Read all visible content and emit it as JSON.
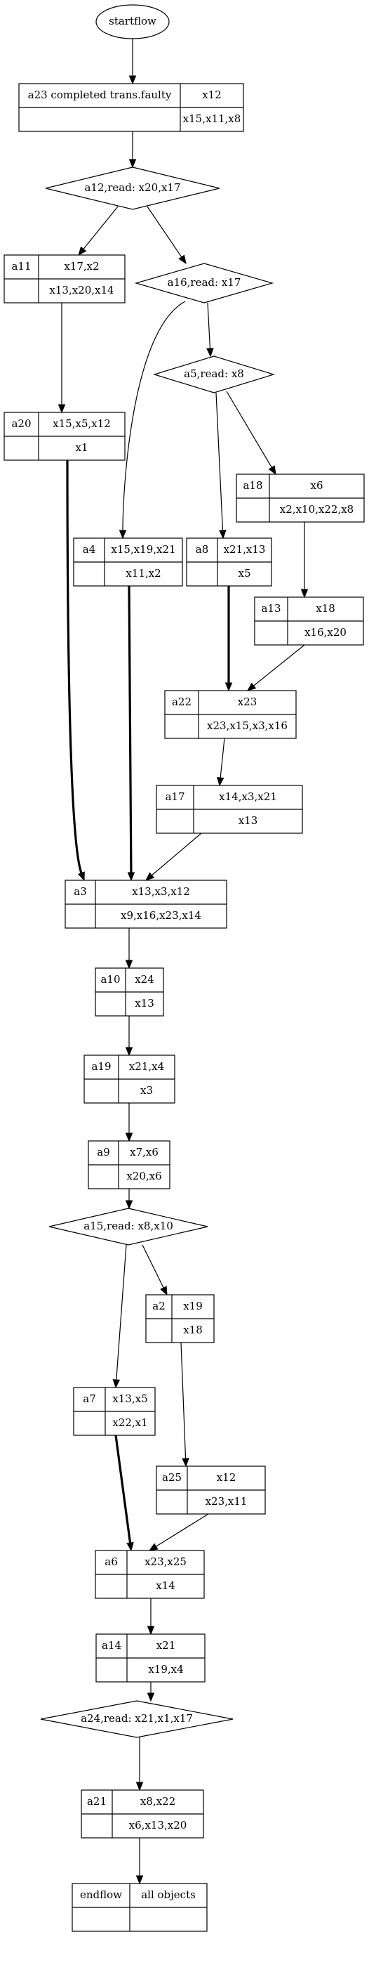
{
  "nodes": {
    "start": {
      "label": "startflow"
    },
    "a23": {
      "id": "a23",
      "title": "completed trans.faulty",
      "top": "x12",
      "bottom": "x15,x11,x8"
    },
    "d12": {
      "label": "a12,read: x20,x17"
    },
    "a11": {
      "id": "a11",
      "top": "x17,x2",
      "bottom": "x13,x20,x14"
    },
    "d16": {
      "label": "a16,read: x17"
    },
    "d5": {
      "label": "a5,read: x8"
    },
    "a20": {
      "id": "a20",
      "top": "x15,x5,x12",
      "bottom": "x1"
    },
    "a18": {
      "id": "a18",
      "top": "x6",
      "bottom": "x2,x10,x22,x8"
    },
    "a4": {
      "id": "a4",
      "top": "x15,x19,x21",
      "bottom": "x11,x2"
    },
    "a8": {
      "id": "a8",
      "top": "x21,x13",
      "bottom": "x5"
    },
    "a13": {
      "id": "a13",
      "top": "x18",
      "bottom": "x16,x20"
    },
    "a22": {
      "id": "a22",
      "top": "x23",
      "bottom": "x23,x15,x3,x16"
    },
    "a17": {
      "id": "a17",
      "top": "x14,x3,x21",
      "bottom": "x13"
    },
    "a3": {
      "id": "a3",
      "top": "x13,x3,x12",
      "bottom": "x9,x16,x23,x14"
    },
    "a10": {
      "id": "a10",
      "top": "x24",
      "bottom": "x13"
    },
    "a19": {
      "id": "a19",
      "top": "x21,x4",
      "bottom": "x3"
    },
    "a9": {
      "id": "a9",
      "top": "x7,x6",
      "bottom": "x20,x6"
    },
    "d15": {
      "label": "a15,read: x8,x10"
    },
    "a2": {
      "id": "a2",
      "top": "x19",
      "bottom": "x18"
    },
    "a7": {
      "id": "a7",
      "top": "x13,x5",
      "bottom": "x22,x1"
    },
    "a25": {
      "id": "a25",
      "top": "x12",
      "bottom": "x23,x11"
    },
    "a6": {
      "id": "a6",
      "top": "x23,x25",
      "bottom": "x14"
    },
    "a14": {
      "id": "a14",
      "top": "x21",
      "bottom": "x19,x4"
    },
    "d24": {
      "label": "a24,read: x21,x1,x17"
    },
    "a21": {
      "id": "a21",
      "top": "x8,x22",
      "bottom": "x6,x13,x20"
    },
    "end": {
      "id": "endflow",
      "top": "all objects",
      "bottom": ""
    }
  },
  "edges": [
    {
      "from": "start",
      "to": "a23",
      "bold": false
    },
    {
      "from": "a23",
      "to": "d12",
      "bold": false
    },
    {
      "from": "d12",
      "to": "a11",
      "bold": false
    },
    {
      "from": "d12",
      "to": "d16",
      "bold": false
    },
    {
      "from": "a11",
      "to": "a20",
      "bold": false
    },
    {
      "from": "d16",
      "to": "a4",
      "bold": false
    },
    {
      "from": "d16",
      "to": "d5",
      "bold": false
    },
    {
      "from": "d5",
      "to": "a8",
      "bold": false
    },
    {
      "from": "d5",
      "to": "a18",
      "bold": false
    },
    {
      "from": "a18",
      "to": "a13",
      "bold": false
    },
    {
      "from": "a8",
      "to": "a22",
      "bold": true
    },
    {
      "from": "a13",
      "to": "a22",
      "bold": false
    },
    {
      "from": "a22",
      "to": "a17",
      "bold": false
    },
    {
      "from": "a20",
      "to": "a3",
      "bold": true
    },
    {
      "from": "a4",
      "to": "a3",
      "bold": true
    },
    {
      "from": "a17",
      "to": "a3",
      "bold": false
    },
    {
      "from": "a3",
      "to": "a10",
      "bold": false
    },
    {
      "from": "a10",
      "to": "a19",
      "bold": false
    },
    {
      "from": "a19",
      "to": "a9",
      "bold": false
    },
    {
      "from": "a9",
      "to": "d15",
      "bold": false
    },
    {
      "from": "d15",
      "to": "a7",
      "bold": false
    },
    {
      "from": "d15",
      "to": "a2",
      "bold": false
    },
    {
      "from": "a2",
      "to": "a25",
      "bold": false
    },
    {
      "from": "a7",
      "to": "a6",
      "bold": true
    },
    {
      "from": "a25",
      "to": "a6",
      "bold": false
    },
    {
      "from": "a6",
      "to": "a14",
      "bold": false
    },
    {
      "from": "a14",
      "to": "d24",
      "bold": false
    },
    {
      "from": "d24",
      "to": "a21",
      "bold": false
    },
    {
      "from": "a21",
      "to": "end",
      "bold": false
    }
  ]
}
